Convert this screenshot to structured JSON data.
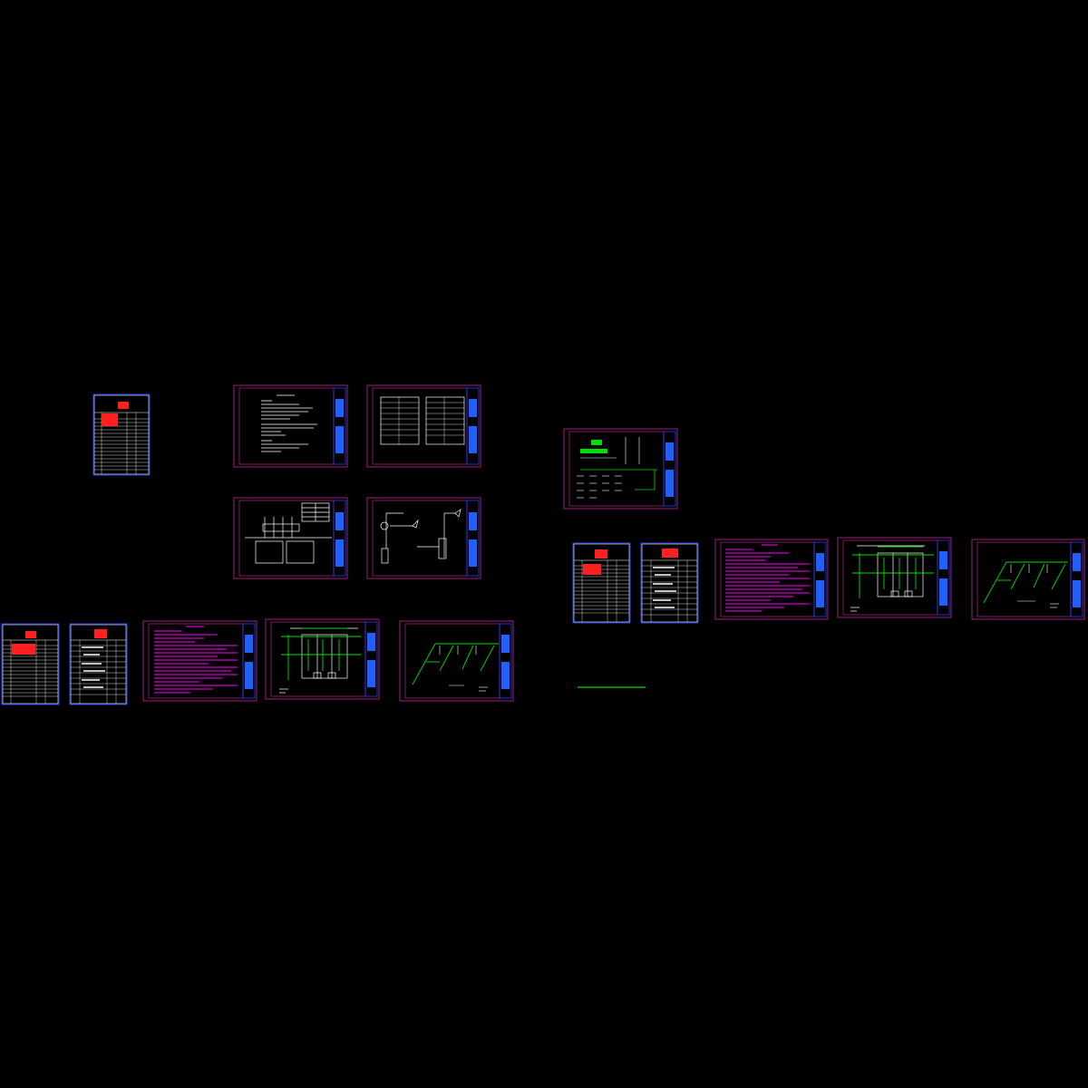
{
  "canvas": {
    "background": "#000000"
  },
  "colors": {
    "frame": "#a0207a",
    "grid": "#2040ff",
    "line": "#ffffff",
    "pipe": "#00e000",
    "note": "#ff00ff",
    "stamp": "#ff2020",
    "titleblock": "#2060ff"
  },
  "sheet_groups": [
    {
      "id": "left-group",
      "sheets": [
        "index",
        "notes",
        "tables",
        "power",
        "elev",
        "idx2a",
        "idx2b",
        "text",
        "plan",
        "iso"
      ]
    },
    {
      "id": "right-group",
      "sheets": [
        "system",
        "idx3a",
        "idx3b",
        "text2",
        "plan2",
        "iso2"
      ]
    }
  ],
  "footnote": {
    "text": ""
  }
}
